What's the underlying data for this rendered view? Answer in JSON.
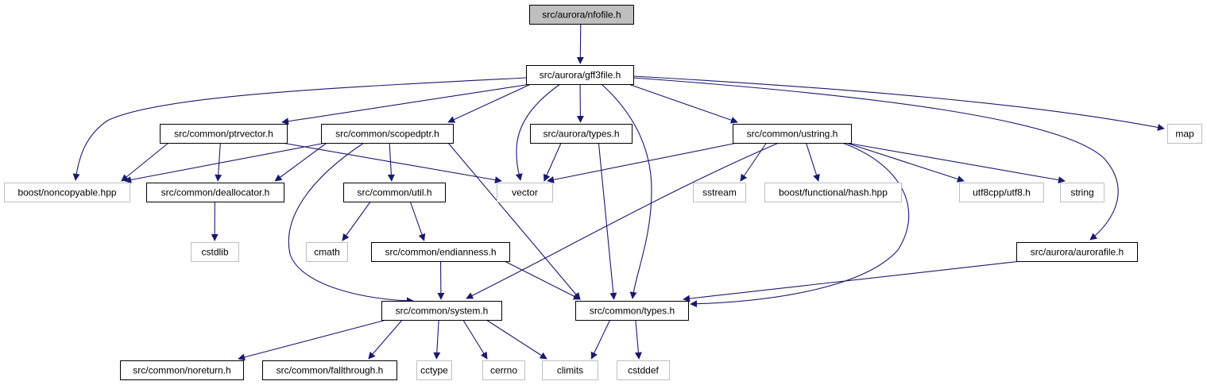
{
  "graph": {
    "colors": {
      "edge": "#191970",
      "root_fill": "#bfbfbf",
      "file_border": "#000000",
      "system_border": "#bfbfbf",
      "fill": "#ffffff"
    },
    "nodes": [
      {
        "id": "nfofile",
        "label": "src/aurora/nfofile.h",
        "kind": "root"
      },
      {
        "id": "gff3file",
        "label": "src/aurora/gff3file.h",
        "kind": "file"
      },
      {
        "id": "ptrvector",
        "label": "src/common/ptrvector.h",
        "kind": "file"
      },
      {
        "id": "scopedptr",
        "label": "src/common/scopedptr.h",
        "kind": "file"
      },
      {
        "id": "aurora_types",
        "label": "src/aurora/types.h",
        "kind": "file"
      },
      {
        "id": "ustring",
        "label": "src/common/ustring.h",
        "kind": "file"
      },
      {
        "id": "map",
        "label": "map",
        "kind": "system"
      },
      {
        "id": "noncopyable",
        "label": "boost/noncopyable.hpp",
        "kind": "system"
      },
      {
        "id": "deallocator",
        "label": "src/common/deallocator.h",
        "kind": "file"
      },
      {
        "id": "util",
        "label": "src/common/util.h",
        "kind": "file"
      },
      {
        "id": "vector",
        "label": "vector",
        "kind": "system"
      },
      {
        "id": "sstream",
        "label": "sstream",
        "kind": "system"
      },
      {
        "id": "boost_hash",
        "label": "boost/functional/hash.hpp",
        "kind": "system"
      },
      {
        "id": "utf8",
        "label": "utf8cpp/utf8.h",
        "kind": "system"
      },
      {
        "id": "string",
        "label": "string",
        "kind": "system"
      },
      {
        "id": "cstdlib",
        "label": "cstdlib",
        "kind": "system"
      },
      {
        "id": "cmath",
        "label": "cmath",
        "kind": "system"
      },
      {
        "id": "endianness",
        "label": "src/common/endianness.h",
        "kind": "file"
      },
      {
        "id": "aurorafile",
        "label": "src/aurora/aurorafile.h",
        "kind": "file"
      },
      {
        "id": "system",
        "label": "src/common/system.h",
        "kind": "file"
      },
      {
        "id": "common_types",
        "label": "src/common/types.h",
        "kind": "file"
      },
      {
        "id": "noreturn",
        "label": "src/common/noreturn.h",
        "kind": "file"
      },
      {
        "id": "fallthrough",
        "label": "src/common/fallthrough.h",
        "kind": "file"
      },
      {
        "id": "cctype",
        "label": "cctype",
        "kind": "system"
      },
      {
        "id": "cerrno",
        "label": "cerrno",
        "kind": "system"
      },
      {
        "id": "climits",
        "label": "climits",
        "kind": "system"
      },
      {
        "id": "cstddef",
        "label": "cstddef",
        "kind": "system"
      }
    ],
    "edges": [
      {
        "from": "nfofile",
        "to": "gff3file"
      },
      {
        "from": "gff3file",
        "to": "noncopyable"
      },
      {
        "from": "gff3file",
        "to": "ptrvector"
      },
      {
        "from": "gff3file",
        "to": "scopedptr"
      },
      {
        "from": "gff3file",
        "to": "vector"
      },
      {
        "from": "gff3file",
        "to": "aurora_types"
      },
      {
        "from": "gff3file",
        "to": "common_types"
      },
      {
        "from": "gff3file",
        "to": "ustring"
      },
      {
        "from": "gff3file",
        "to": "aurorafile"
      },
      {
        "from": "gff3file",
        "to": "map"
      },
      {
        "from": "ptrvector",
        "to": "noncopyable"
      },
      {
        "from": "ptrvector",
        "to": "deallocator"
      },
      {
        "from": "ptrvector",
        "to": "vector"
      },
      {
        "from": "scopedptr",
        "to": "noncopyable"
      },
      {
        "from": "scopedptr",
        "to": "deallocator"
      },
      {
        "from": "scopedptr",
        "to": "util"
      },
      {
        "from": "scopedptr",
        "to": "system"
      },
      {
        "from": "scopedptr",
        "to": "common_types"
      },
      {
        "from": "aurora_types",
        "to": "vector"
      },
      {
        "from": "aurora_types",
        "to": "common_types"
      },
      {
        "from": "ustring",
        "to": "vector"
      },
      {
        "from": "ustring",
        "to": "sstream"
      },
      {
        "from": "ustring",
        "to": "boost_hash"
      },
      {
        "from": "ustring",
        "to": "utf8"
      },
      {
        "from": "ustring",
        "to": "string"
      },
      {
        "from": "ustring",
        "to": "system"
      },
      {
        "from": "ustring",
        "to": "common_types"
      },
      {
        "from": "deallocator",
        "to": "cstdlib"
      },
      {
        "from": "util",
        "to": "cmath"
      },
      {
        "from": "util",
        "to": "endianness"
      },
      {
        "from": "endianness",
        "to": "system"
      },
      {
        "from": "endianness",
        "to": "common_types"
      },
      {
        "from": "aurorafile",
        "to": "common_types"
      },
      {
        "from": "system",
        "to": "noreturn"
      },
      {
        "from": "system",
        "to": "fallthrough"
      },
      {
        "from": "system",
        "to": "cctype"
      },
      {
        "from": "system",
        "to": "cerrno"
      },
      {
        "from": "system",
        "to": "climits"
      },
      {
        "from": "common_types",
        "to": "climits"
      },
      {
        "from": "common_types",
        "to": "cstddef"
      }
    ]
  }
}
